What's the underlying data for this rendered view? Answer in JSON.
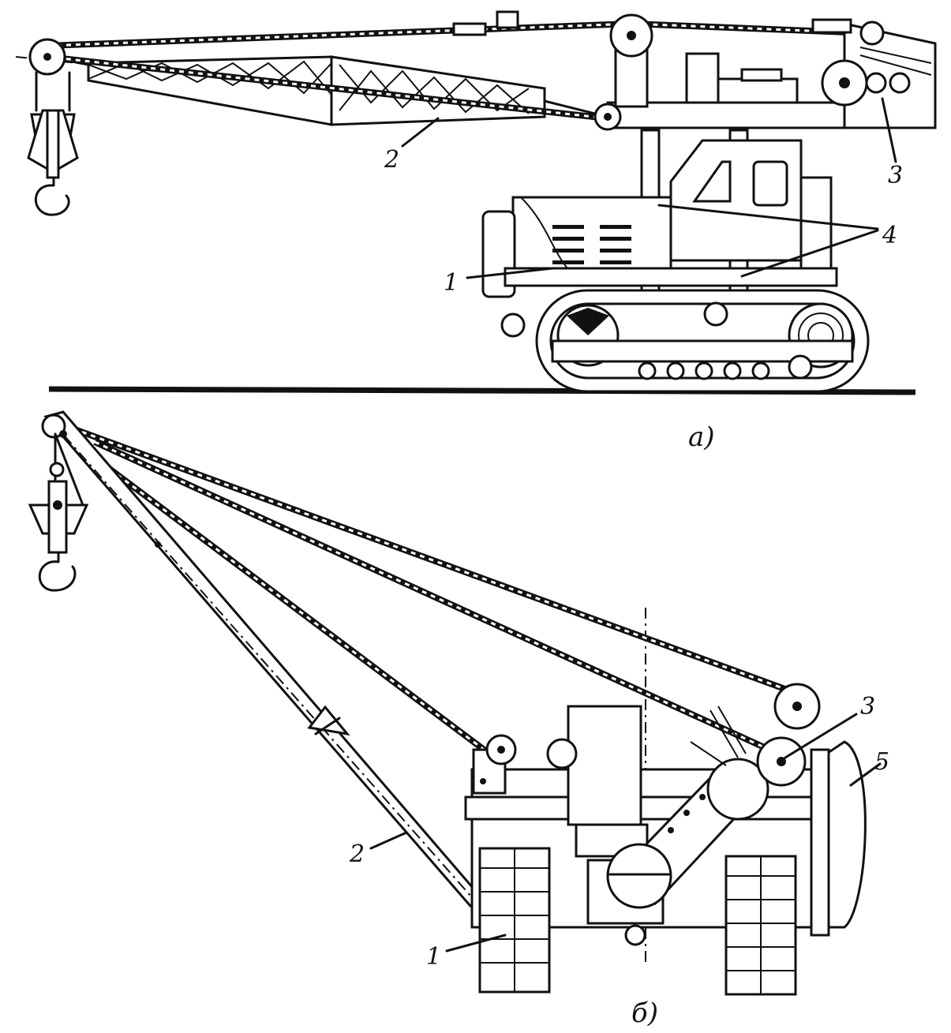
{
  "figure": {
    "panel_a": {
      "caption": "а)",
      "labels": [
        "1",
        "2",
        "3",
        "4"
      ]
    },
    "panel_b": {
      "caption": "б)",
      "labels": [
        "1",
        "2",
        "3",
        "5"
      ]
    }
  }
}
